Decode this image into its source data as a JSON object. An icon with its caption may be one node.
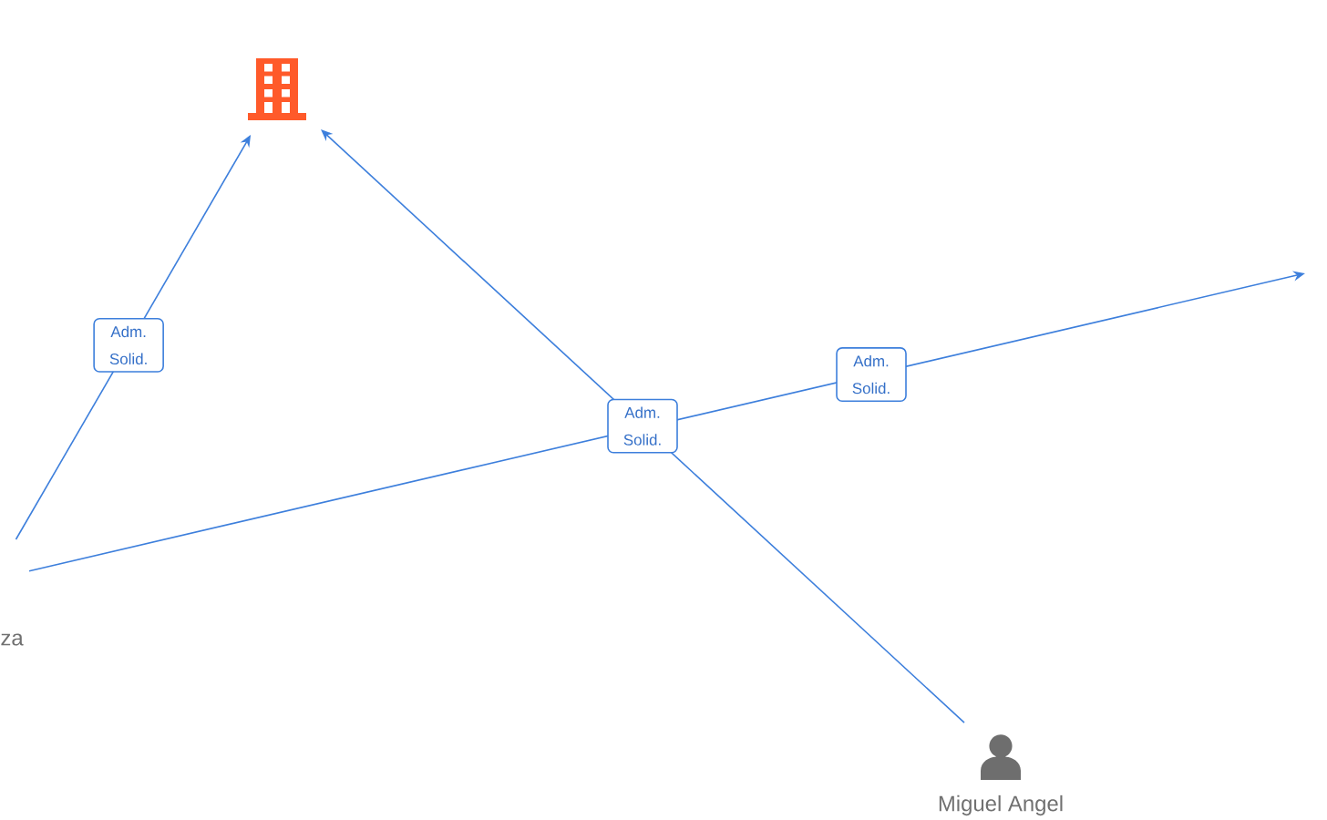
{
  "diagram": {
    "nodes": [
      {
        "text": [],
        "shape": "building"
      },
      {
        "text": [
          "za"
        ]
      },
      {
        "text": [
          "Miguel Angel"
        ]
      }
    ],
    "edges": [
      {
        "from": 1,
        "to": 0,
        "arrow": "to",
        "label": "Adm. Solid."
      },
      {
        "from": 2,
        "to": 0,
        "arrow": "to",
        "label": "Adm. Solid."
      },
      {
        "from": 1,
        "to": null,
        "arrow": "to",
        "label": "Adm. Solid."
      }
    ]
  }
}
